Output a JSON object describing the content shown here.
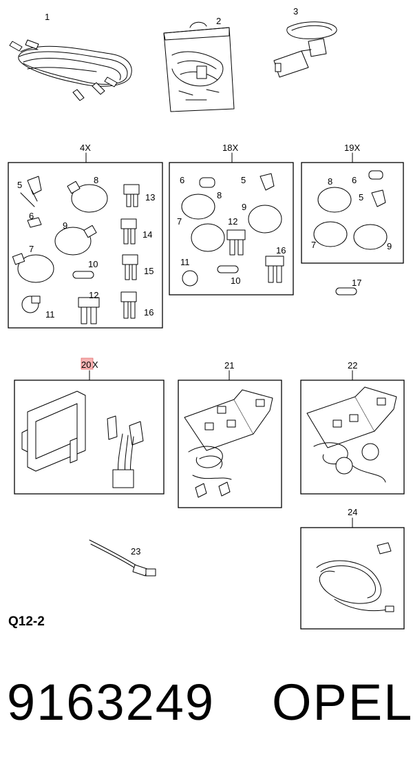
{
  "diagram": {
    "group_labels": {
      "g1": "1",
      "g2": "2",
      "g3": "3",
      "kitA": "4X",
      "kitB": "18X",
      "kitC": "19X",
      "g17": "17",
      "g20_prefix": "20",
      "g20_suffix": "X",
      "g21": "21",
      "g22": "22",
      "g23": "23",
      "g24": "24"
    },
    "kitA_parts": {
      "p5": "5",
      "p8": "8",
      "p13": "13",
      "p6": "6",
      "p9": "9",
      "p14": "14",
      "p7": "7",
      "p10": "10",
      "p15": "15",
      "p11": "11",
      "p12": "12",
      "p16": "16"
    },
    "kitB_parts": {
      "p6": "6",
      "p5": "5",
      "p8": "8",
      "p9": "9",
      "p7": "7",
      "p12": "12",
      "p16": "16",
      "p11": "11",
      "p10": "10"
    },
    "kitC_parts": {
      "p8": "8",
      "p6": "6",
      "p5": "5",
      "p7": "7",
      "p9": "9"
    },
    "highlight_color": "#f7b3b3"
  },
  "footer": {
    "ref_code": "Q12-2",
    "part_number": "9163249",
    "brand": "OPEL"
  }
}
